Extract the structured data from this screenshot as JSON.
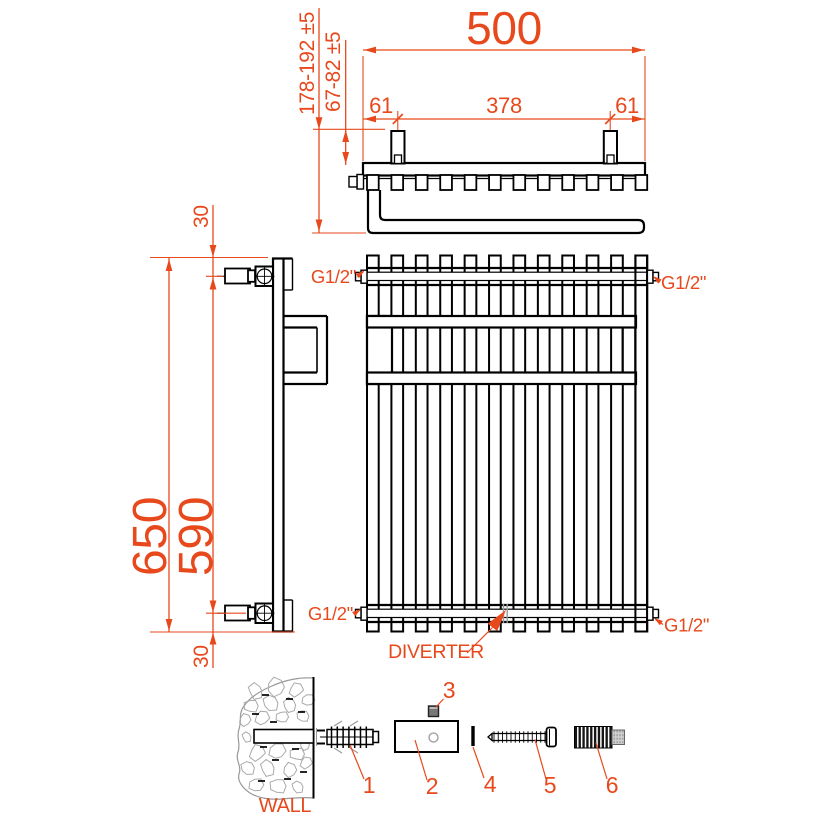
{
  "colors": {
    "accent": "#e8491c",
    "line": "#000000",
    "stone": "#aaaaaa",
    "diverter_mark": "#999999"
  },
  "top_view": {
    "dim_width": "500",
    "dim_bracket_left": "61",
    "dim_bracket_span": "378",
    "dim_bracket_right": "61",
    "dim_depth_total": "178-192 ±5",
    "dim_depth_bar": "67-82 ±5"
  },
  "side_view": {
    "dim_height_total": "650",
    "dim_conn_centers": "590",
    "dim_offset_top": "30",
    "dim_offset_bottom": "30"
  },
  "front_view": {
    "conn_top_left": "G1/2\"",
    "conn_top_right": "G1/2\"",
    "conn_bottom_left": "G1/2\"",
    "conn_bottom_right": "G1/2\"",
    "diverter_label": "DIVERTER"
  },
  "parts": {
    "wall_label": "WALL",
    "item_labels": [
      "1",
      "2",
      "3",
      "4",
      "5",
      "6"
    ]
  }
}
